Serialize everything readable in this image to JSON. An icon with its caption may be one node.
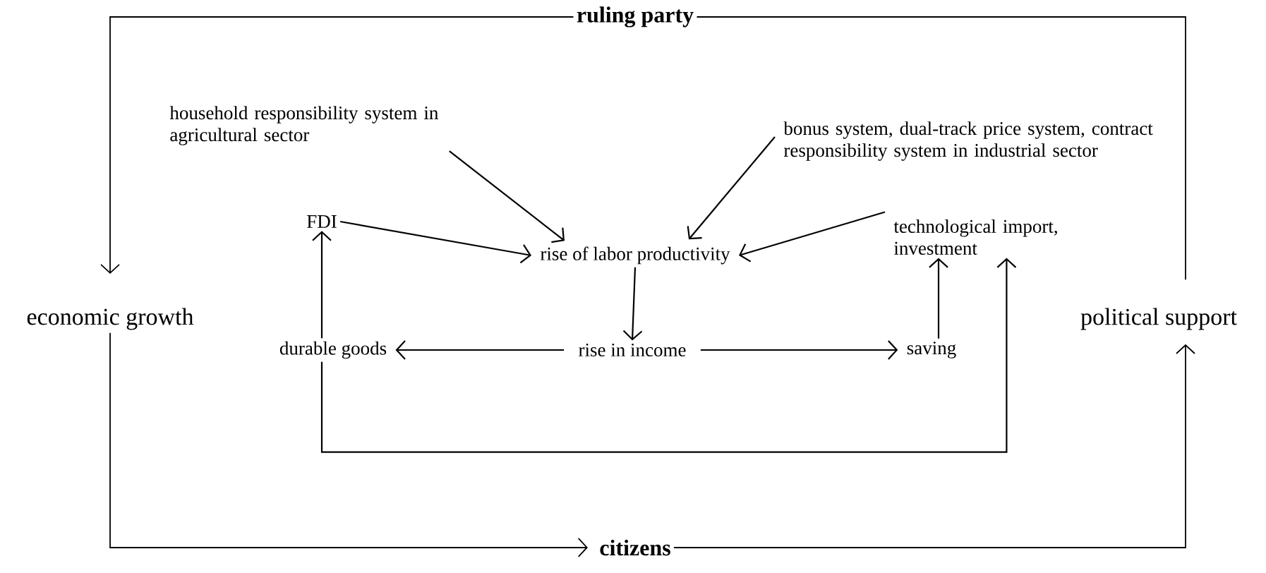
{
  "diagram": {
    "nodes": [
      {
        "text": [
          "ruling party"
        ]
      },
      {
        "text": [
          "household responsibility system in agricultural sector"
        ]
      },
      {
        "text": [
          "bonus system, dual-track price system, contract responsibility system in industrial sector"
        ]
      },
      {
        "text": [
          "FDI"
        ]
      },
      {
        "text": [
          "rise of labor productivity"
        ]
      },
      {
        "text": [
          "technological import, investment"
        ]
      },
      {
        "text": [
          "economic growth"
        ]
      },
      {
        "text": [
          "durable goods"
        ]
      },
      {
        "text": [
          "rise in income"
        ]
      },
      {
        "text": [
          "saving"
        ]
      },
      {
        "text": [
          "political support"
        ]
      },
      {
        "text": [
          "citizens"
        ]
      }
    ],
    "edges": [
      {
        "from": 0,
        "to": 6,
        "arrow": "to"
      },
      {
        "from": 6,
        "to": 11,
        "arrow": "to"
      },
      {
        "from": 11,
        "to": 10,
        "arrow": "to"
      },
      {
        "from": 10,
        "to": 0,
        "arrow": "none"
      },
      {
        "from": 1,
        "to": 4,
        "arrow": "to"
      },
      {
        "from": 2,
        "to": 4,
        "arrow": "to"
      },
      {
        "from": 3,
        "to": 4,
        "arrow": "to"
      },
      {
        "from": 5,
        "to": 4,
        "arrow": "to"
      },
      {
        "from": 4,
        "to": 8,
        "arrow": "to"
      },
      {
        "from": 8,
        "to": 7,
        "arrow": "to"
      },
      {
        "from": 8,
        "to": 9,
        "arrow": "to"
      },
      {
        "from": 7,
        "to": 3,
        "arrow": "to"
      },
      {
        "from": 9,
        "to": 5,
        "arrow": "to"
      },
      {
        "from": 7,
        "to": 5,
        "arrow": "to"
      }
    ]
  }
}
